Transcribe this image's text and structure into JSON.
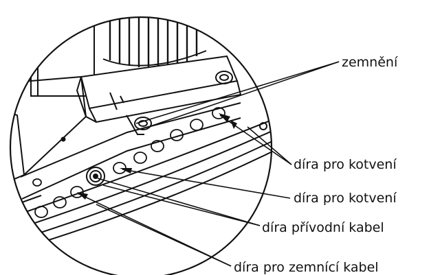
{
  "diagram": {
    "callouts": [
      {
        "id": "zemneni",
        "text": "zemnění"
      },
      {
        "id": "dira-kotveni-1",
        "text": "díra pro kotvení"
      },
      {
        "id": "dira-kotveni-2",
        "text": "díra pro kotvení"
      },
      {
        "id": "dira-privodni",
        "text": "díra přívodní kabel"
      },
      {
        "id": "dira-zemnici",
        "text": "díra pro zemnící kabel"
      }
    ],
    "colors": {
      "line": "#111111",
      "background": "#ffffff"
    }
  }
}
